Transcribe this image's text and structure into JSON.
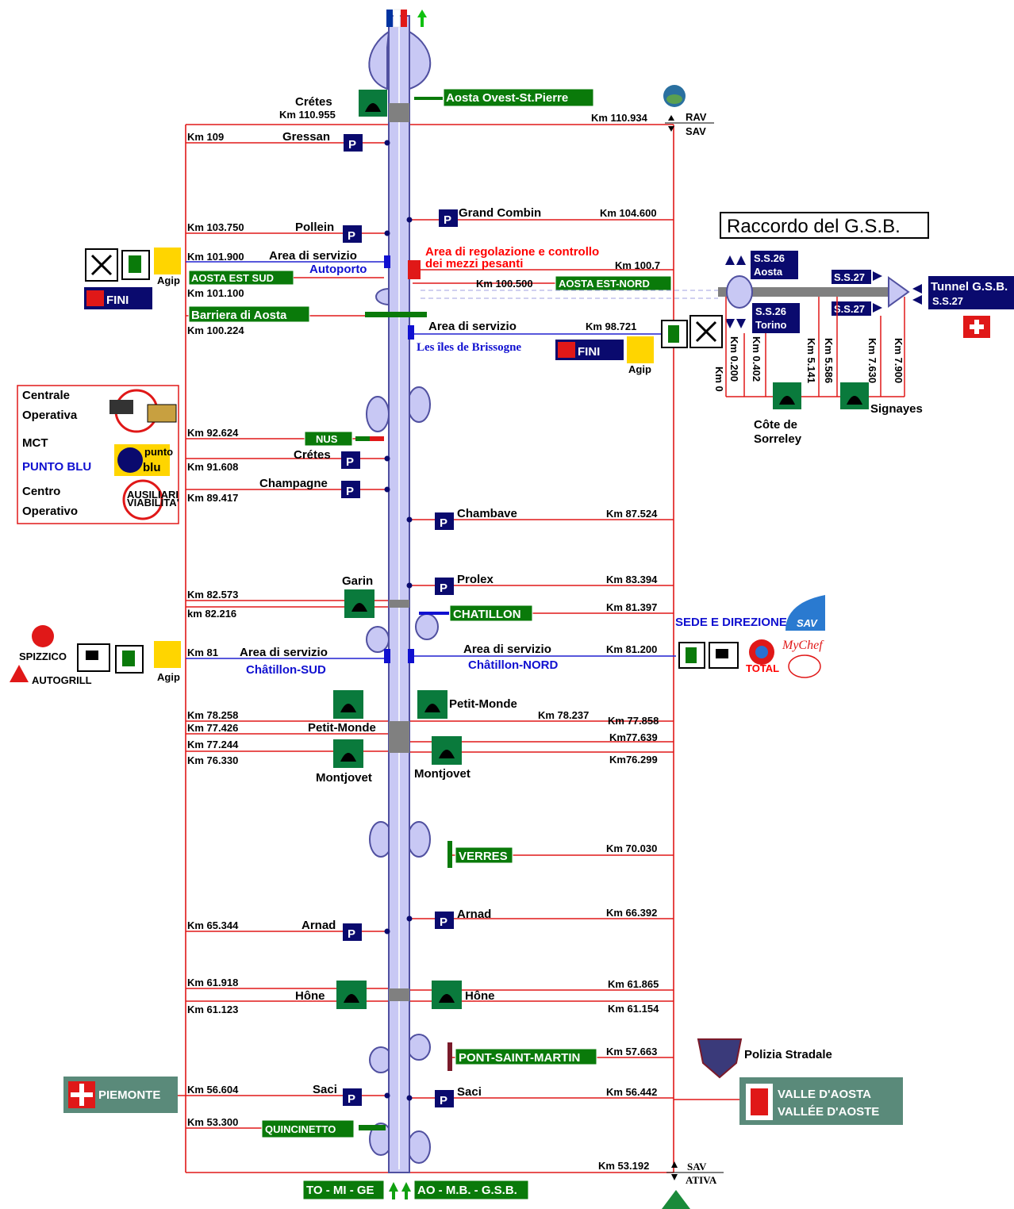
{
  "gsb": {
    "title": "Raccordo del G.S.B.",
    "ss26_aosta": [
      "S.S.26",
      "Aosta"
    ],
    "ss26_torino": [
      "S.S.26",
      "Torino"
    ],
    "ss27_a": "S.S.27",
    "ss27_b": "S.S.27",
    "tunnel": [
      "Tunnel G.S.B.",
      "S.S.27"
    ],
    "km_labels": [
      "Km 0",
      "Km 0.200",
      "Km 0.402",
      "Km 5.141",
      "Km 5.586",
      "Km 7.630",
      "Km 7.900"
    ],
    "cote": [
      "Côte de",
      "Sorreley"
    ],
    "signayes": "Signayes"
  },
  "top": {
    "cretes": "Crétes",
    "km_110955": "Km 110.955",
    "aosta_ovest": "Aosta Ovest-St.Pierre",
    "km_110934": "Km 110.934",
    "rav": "RAV",
    "sav": "SAV"
  },
  "left_labels": [
    {
      "id": "km109",
      "text": "Km 109"
    },
    {
      "id": "gressan",
      "text": "Gressan"
    },
    {
      "id": "km103750",
      "text": "Km 103.750"
    },
    {
      "id": "pollein",
      "text": "Pollein"
    },
    {
      "id": "km101900",
      "text": "Km 101.900"
    },
    {
      "id": "area_servizio1",
      "text": "Area di servizio"
    },
    {
      "id": "autoporto",
      "text": "Autoporto"
    },
    {
      "id": "aosta_est_sud",
      "text": "AOSTA EST SUD"
    },
    {
      "id": "km101100",
      "text": "Km 101.100"
    },
    {
      "id": "barriera",
      "text": "Barriera di Aosta"
    },
    {
      "id": "km100224",
      "text": "Km 100.224"
    }
  ],
  "right_labels": [
    {
      "id": "grand_combin",
      "text": "Grand Combin"
    },
    {
      "id": "km104600",
      "text": "Km 104.600"
    },
    {
      "id": "area_regolazione1",
      "text": "Area di regolazione e controllo"
    },
    {
      "id": "area_regolazione2",
      "text": "dei mezzi  pesanti"
    },
    {
      "id": "km1007",
      "text": "Km 100.7"
    },
    {
      "id": "km100500",
      "text": "Km 100.500"
    },
    {
      "id": "aosta_est_nord",
      "text": "AOSTA EST-NORD"
    },
    {
      "id": "area_servizio2",
      "text": "Area di servizio"
    },
    {
      "id": "km98721",
      "text": "Km 98.721"
    },
    {
      "id": "les_iles",
      "text": "Les îles de Brissogne"
    }
  ],
  "legend": {
    "centrale": [
      "Centrale",
      "Operativa"
    ],
    "mct": "MCT",
    "punto_blu": "PUNTO BLU",
    "centro": [
      "Centro",
      "Operativo"
    ],
    "ausiliari": [
      "AUSILIARI",
      "VIABILITA'"
    ],
    "punto_blu_logo": [
      "punto",
      "blu"
    ]
  },
  "mid": {
    "km92624": "Km 92.624",
    "nus": "NUS",
    "cretes2": "Crétes",
    "km91608": "Km 91.608",
    "champagne": "Champagne",
    "km89417": "Km 89.417",
    "chambave": "Chambave",
    "km87524": "Km 87.524",
    "prolex": "Prolex",
    "km83394": "Km 83.394",
    "garin": "Garin",
    "km82573": "Km 82.573",
    "km82216": "km 82.216",
    "chatillon": "CHATILLON",
    "km81397": "Km 81.397",
    "sede": "SEDE E DIREZIONE",
    "sav_logo": "SAV",
    "km81": "Km 81",
    "area_servizio3": "Area di servizio",
    "chatillon_sud": "Châtillon-SUD",
    "area_servizio4": "Area di servizio",
    "km81200": "Km 81.200",
    "chatillon_nord": "Châtillon-NORD",
    "mychef": "MyChef",
    "total": "TOTAL",
    "spizzico": "SPIZZICO",
    "autogrill": "AUTOGRILL",
    "agip": "Agip",
    "fini": "FINI"
  },
  "lower": {
    "petit_monde_r": "Petit-Monde",
    "km78258": "Km 78.258",
    "km78237": "Km 78.237",
    "km77858": "Km 77.858",
    "km77426": "Km 77.426",
    "petit_monde_l": "Petit-Monde",
    "km77639": "Km77.639",
    "km77244": "Km 77.244",
    "km76330": "Km 76.330",
    "km76299": "Km76.299",
    "montjovet_l": "Montjovet",
    "montjovet_r": "Montjovet",
    "verres": "VERRES",
    "km70030": "Km 70.030",
    "arnad_r": "Arnad",
    "km66392": "Km 66.392",
    "km65344": "Km 65.344",
    "arnad_l": "Arnad",
    "km61918": "Km 61.918",
    "hone_l": "Hône",
    "km61865": "Km 61.865",
    "hone_r": "Hône",
    "km61123": "Km 61.123",
    "km61154": "Km 61.154",
    "pont": "PONT-SAINT-MARTIN",
    "km57663": "Km 57.663",
    "polizia": "Polizia Stradale",
    "piemonte": "PIEMONTE",
    "km56604": "Km 56.604",
    "saci_l": "Saci",
    "saci_r": "Saci",
    "km56442": "Km 56.442",
    "valle": [
      "VALLE D'AOSTA",
      "VALLÉE D'AOSTE"
    ],
    "km53300": "Km 53.300",
    "quincinetto": "QUINCINETTO",
    "km53192": "Km 53.192",
    "sav_b": "SAV",
    "ativa": "ATIVA",
    "to_mi_ge": "TO - MI - GE",
    "ao_mb": "AO - M.B. - G.S.B."
  },
  "parking_letter": "P",
  "colors": {
    "road": "#c8c8f4",
    "road_outline": "#5050a0",
    "km_line": "#e01818",
    "sign_green": "#0a7a0a",
    "panel_navy": "#0a0a6e",
    "tunnel_bg": "#0a7a3c"
  }
}
